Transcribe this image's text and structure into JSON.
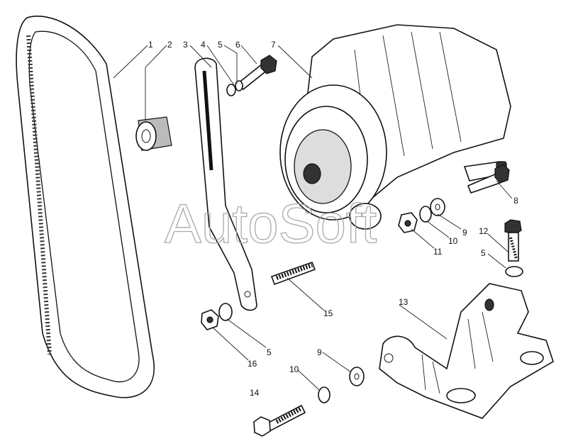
{
  "watermark": "AutoSoft",
  "callouts": [
    {
      "id": "c1",
      "text": "1"
    },
    {
      "id": "c2",
      "text": "2"
    },
    {
      "id": "c3",
      "text": "3"
    },
    {
      "id": "c4",
      "text": "4"
    },
    {
      "id": "c5a",
      "text": "5"
    },
    {
      "id": "c6",
      "text": "6"
    },
    {
      "id": "c7",
      "text": "7"
    },
    {
      "id": "c8",
      "text": "8"
    },
    {
      "id": "c9a",
      "text": "9"
    },
    {
      "id": "c10a",
      "text": "10"
    },
    {
      "id": "c11",
      "text": "11"
    },
    {
      "id": "c12",
      "text": "12"
    },
    {
      "id": "c5b",
      "text": "5"
    },
    {
      "id": "c13",
      "text": "13"
    },
    {
      "id": "c15",
      "text": "15"
    },
    {
      "id": "c5c",
      "text": "5"
    },
    {
      "id": "c16",
      "text": "16"
    },
    {
      "id": "c9b",
      "text": "9"
    },
    {
      "id": "c10b",
      "text": "10"
    },
    {
      "id": "c14",
      "text": "14"
    }
  ]
}
